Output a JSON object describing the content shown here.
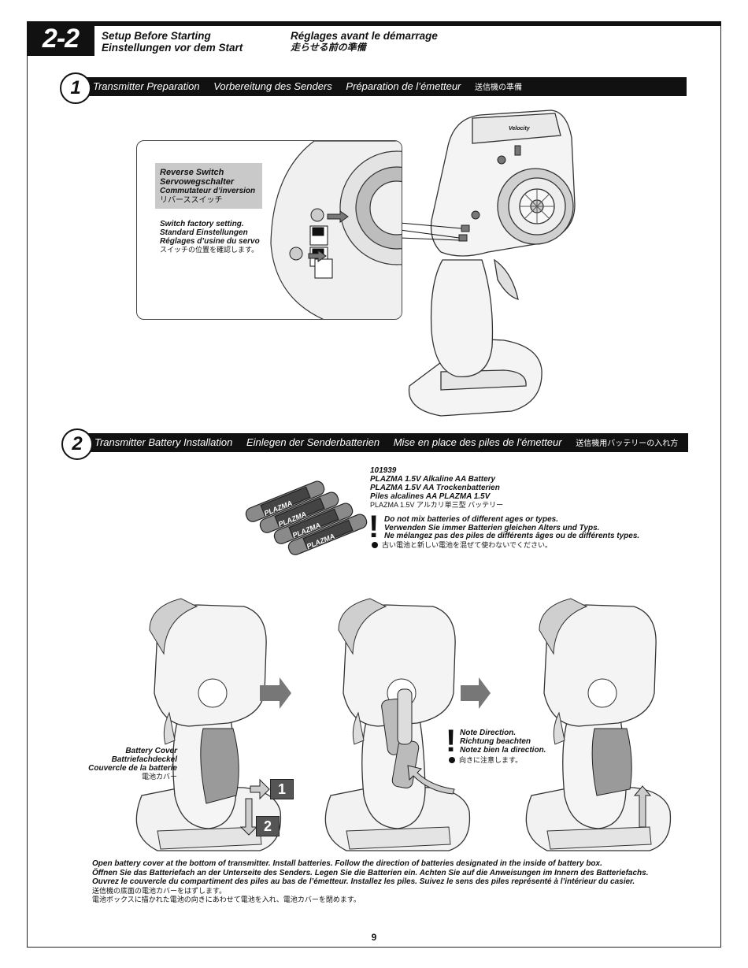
{
  "header": {
    "section_number": "2-2",
    "title_en": "Setup Before Starting",
    "title_de": "Einstellungen vor dem Start",
    "title_fr": "Réglages avant le démarrage",
    "title_jp": "走らせる前の準備"
  },
  "step1": {
    "number": "1",
    "title_en": "Transmitter Preparation",
    "title_de": "Vorbereitung des Senders",
    "title_fr": "Préparation de l’émetteur",
    "title_jp": "送信機の準備",
    "reverse_switch": {
      "en": "Reverse Switch",
      "de": "Servowegschalter",
      "fr": "Commutateur d’inversion",
      "jp": "リバーススイッチ"
    },
    "factory_setting": {
      "en": "Switch factory setting.",
      "de": "Standard Einstellungen",
      "fr": "Réglages d’usine du servo",
      "jp": "スイッチの位置を確認します。"
    },
    "logo_text": "Velocity"
  },
  "step2": {
    "number": "2",
    "title_en": "Transmitter Battery Installation",
    "title_de": "Einlegen der Senderbatterien",
    "title_fr": "Mise en place des piles de l’émetteur",
    "title_jp": "送信機用バッテリーの入れ方",
    "part_number": "101939",
    "battery_en": "PLAZMA 1.5V Alkaline AA Battery",
    "battery_de": "PLAZMA 1.5V AA Trockenbatterien",
    "battery_fr": "Piles alcalines AA PLAZMA 1.5V",
    "battery_jp": "PLAZMA 1.5V アルカリ単三型 バッテリー",
    "battery_brand": "PLAZMA",
    "warning_en": "Do not mix batteries of different ages or types.",
    "warning_de": "Verwenden Sie immer Batterien gleichen Alters und Typs.",
    "warning_fr": "Ne mélangez pas des piles de différents âges ou de différents types.",
    "warning_jp": "古い電池と新しい電池を混ぜて使わないでください。",
    "cover_en": "Battery Cover",
    "cover_de": "Battriefachdeckel",
    "cover_fr": "Couvercle de la batterie",
    "cover_jp": "電池カバー",
    "step_label_1": "1",
    "step_label_2": "2",
    "note_en": "Note Direction.",
    "note_de": "Richtung beachten",
    "note_fr": "Notez bien la direction.",
    "note_jp": "向きに注意します。"
  },
  "instructions": {
    "en": "Open battery cover at the bottom of transmitter. Install batteries. Follow the direction of batteries designated in the inside of battery box.",
    "de": "Öffnen Sie das Batteriefach an der Unterseite des Senders. Legen Sie die Batterien ein. Achten Sie auf die Anweisungen im Innern des Batteriefachs.",
    "fr": "Ouvrez le couvercle du compartiment des piles au bas de l’émetteur. Installez les piles. Suivez le sens des piles représenté à l’intérieur du casier.",
    "jp1": "送信機の底面の電池カバーをはずします。",
    "jp2": "電池ボックスに描かれた電池の向きにあわせて電池を入れ、電池カバーを閉めます。"
  },
  "page_number": "9"
}
